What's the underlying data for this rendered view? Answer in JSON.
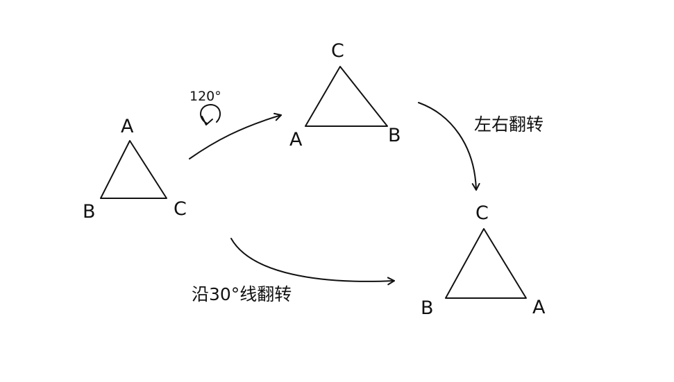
{
  "colors": {
    "ink": "#111111",
    "background": "#ffffff"
  },
  "triangles": {
    "original": {
      "top": "A",
      "bottom_left": "B",
      "bottom_right": "C"
    },
    "rotated": {
      "top": "C",
      "bottom_left": "A",
      "bottom_right": "B"
    },
    "final": {
      "top": "C",
      "bottom_left": "B",
      "bottom_right": "A"
    }
  },
  "annotations": {
    "rotation_angle": "120°",
    "rotation_icon": "rotate-arrow-icon",
    "horizontal_flip": "左右翻转",
    "line_flip": "沿30°线翻转"
  }
}
